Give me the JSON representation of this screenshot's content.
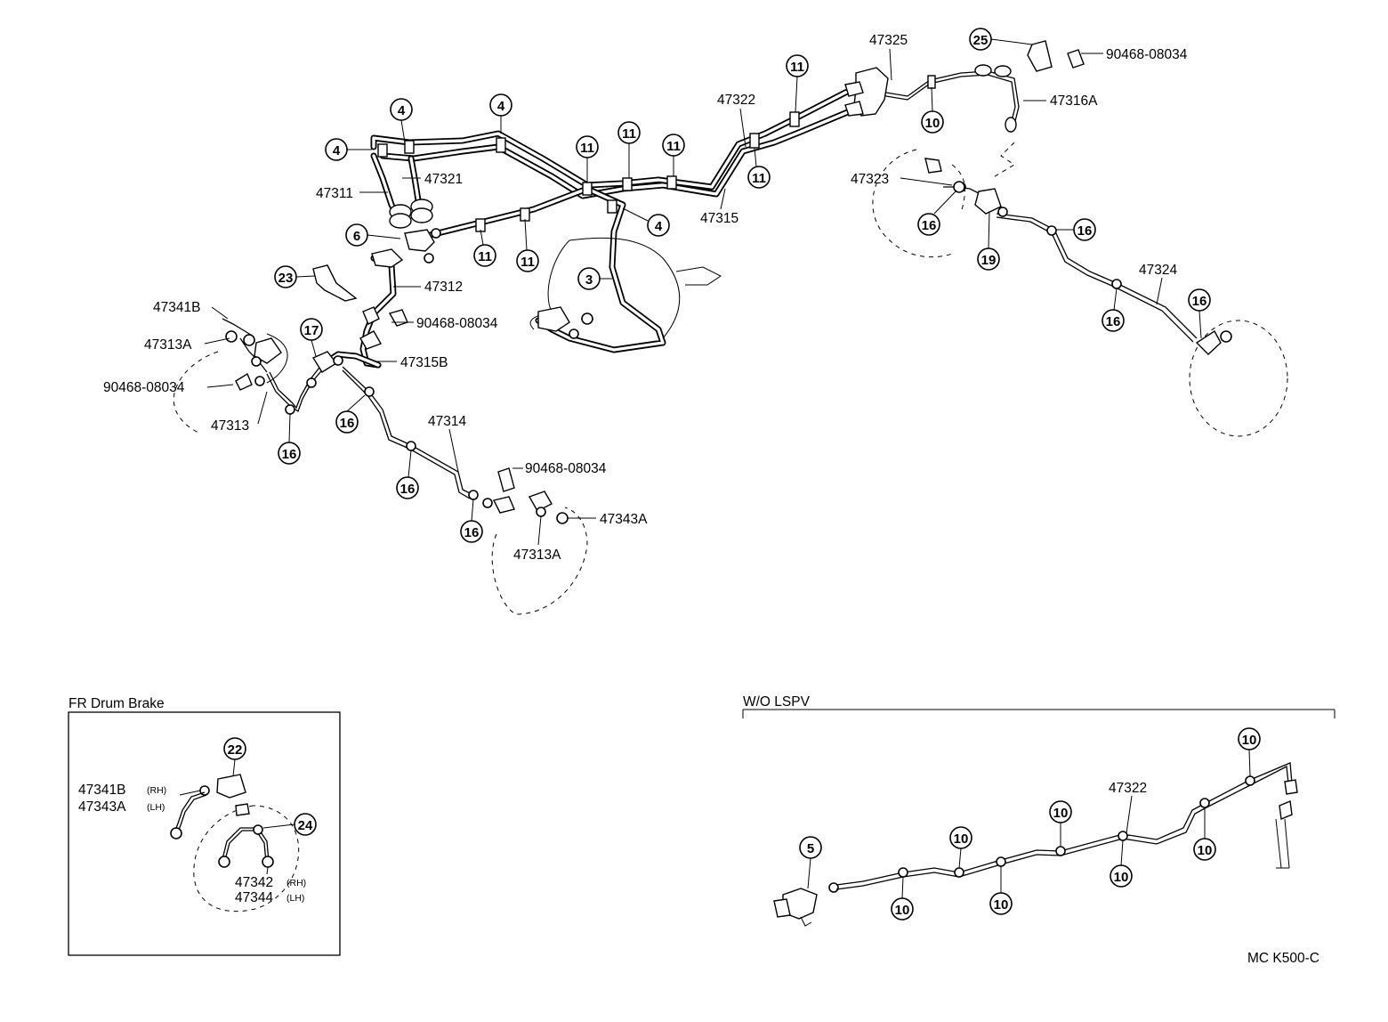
{
  "labels": {
    "p47325": "47325",
    "p90468_top": "90468-08034",
    "p47316A": "47316A",
    "p47322": "47322",
    "p47321": "47321",
    "p47311": "47311",
    "p47315": "47315",
    "p47323": "47323",
    "p47324": "47324",
    "p47312": "47312",
    "p47341B": "47341B",
    "p90468_mid": "90468-08034",
    "p47313A_left": "47313A",
    "p47315B": "47315B",
    "p90468_left": "90468-08034",
    "p47313": "47313",
    "p47314": "47314",
    "p90468_bot": "90468-08034",
    "p47343A": "47343A",
    "p47313A_bot": "47313A",
    "inset_47341B": "47341B",
    "inset_47343A": "47343A",
    "inset_47342": "47342",
    "inset_47344": "47344",
    "wo_47322": "47322",
    "rh": "(RH)",
    "lh": "(LH)"
  },
  "callouts": {
    "n4": "4",
    "n3": "3",
    "n5": "5",
    "n6": "6",
    "n10": "10",
    "n11": "11",
    "n16": "16",
    "n17": "17",
    "n19": "19",
    "n22": "22",
    "n23": "23",
    "n24": "24",
    "n25": "25"
  },
  "sections": {
    "fr_drum_brake": "FR Drum Brake",
    "wo_lspv": "W/O LSPV"
  },
  "figure_code": "MC K500-C"
}
